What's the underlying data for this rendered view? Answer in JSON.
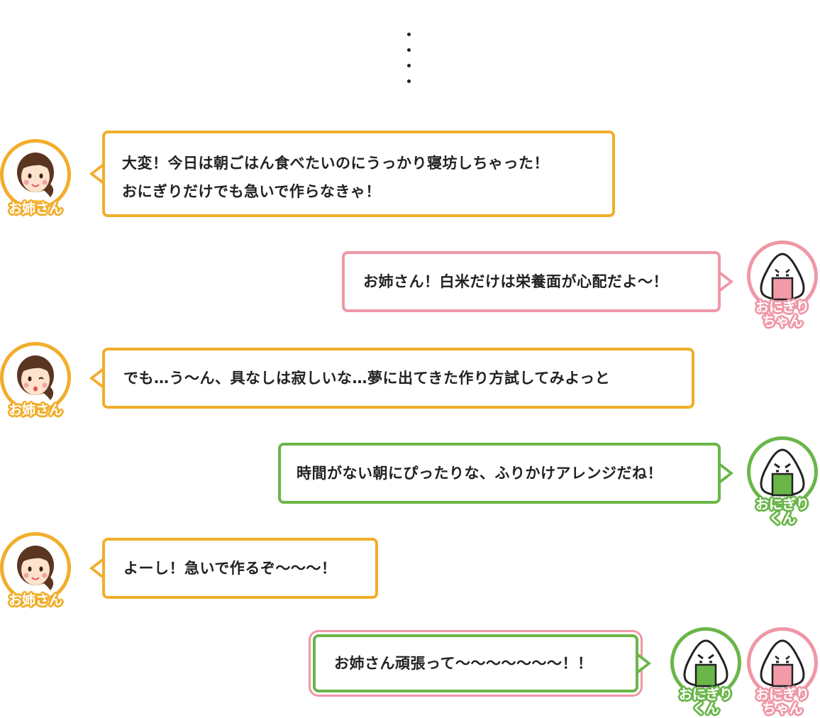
{
  "characters": {
    "onesan": {
      "name": "お姉さん",
      "color": "#f2ad2b",
      "icon": "woman-face-icon"
    },
    "chan": {
      "name_line1": "おにぎり",
      "name_line2": "ちゃん",
      "color": "#ef97a6",
      "icon": "onigiri-pink-icon"
    },
    "kun": {
      "name_line1": "おにぎり",
      "name_line2": "くん",
      "color": "#6ab649",
      "icon": "onigiri-green-icon"
    }
  },
  "messages": [
    {
      "speaker": "お姉さん",
      "lines": [
        "大変！今日は朝ごはん食べたいのにうっかり寝坊しちゃった！",
        "おにぎりだけでも急いで作らなきゃ！"
      ]
    },
    {
      "speaker": "おにぎりちゃん",
      "text": "お姉さん！白米だけは栄養面が心配だよ〜！"
    },
    {
      "speaker": "お姉さん",
      "text": "でも…う〜ん、具なしは寂しいな…夢に出てきた作り方試してみよっと"
    },
    {
      "speaker": "おにぎりくん",
      "text": "時間がない朝にぴったりな、ふりかけアレンジだね！"
    },
    {
      "speaker": "お姉さん",
      "text": "よーし！急いで作るぞ〜〜〜！"
    },
    {
      "speaker": "おにぎりくん・おにぎりちゃん",
      "text": "お姉さん頑張って〜〜〜〜〜〜〜！！"
    }
  ]
}
